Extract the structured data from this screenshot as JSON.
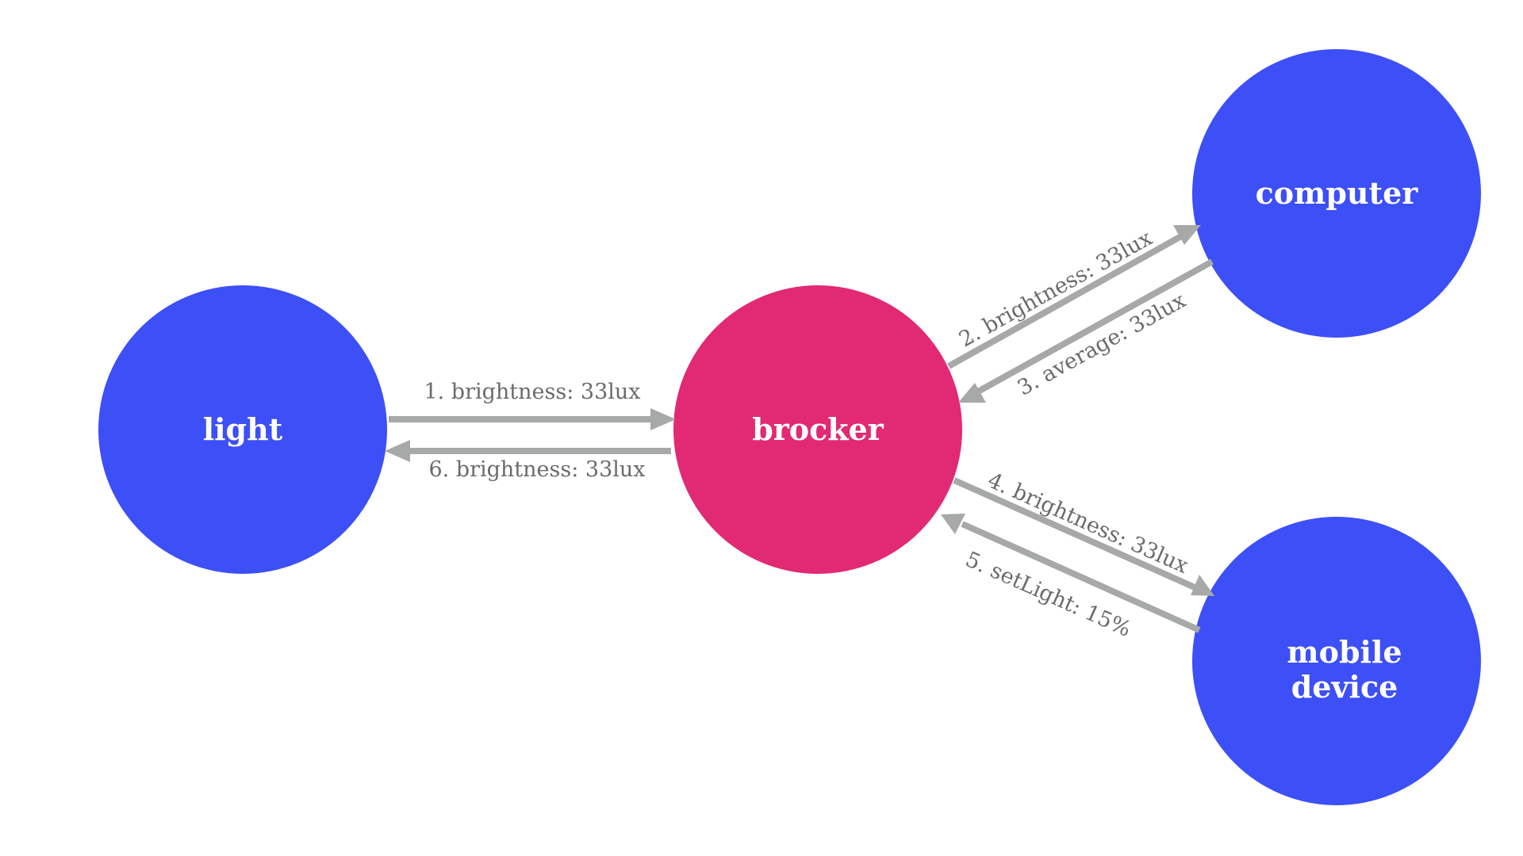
{
  "colors": {
    "node": "#3d4ff6",
    "broker": "#e12a73",
    "arrow": "#a6a9a7",
    "label": "#6b6b6b",
    "background": "#ffffff"
  },
  "nodes": {
    "light": {
      "label": "light"
    },
    "broker": {
      "label": "brocker"
    },
    "computer": {
      "label": "computer"
    },
    "mobile": {
      "label_line1": "mobile",
      "label_line2": "device"
    }
  },
  "edges": {
    "e1": {
      "label": "1. brightness: 33lux"
    },
    "e2": {
      "label": "2. brightness: 33lux"
    },
    "e3": {
      "label": "3. average: 33lux"
    },
    "e4": {
      "label": "4. brightness: 33lux"
    },
    "e5": {
      "label": "5. setLight: 15%"
    },
    "e6": {
      "label": "6. brightness: 33lux"
    }
  }
}
